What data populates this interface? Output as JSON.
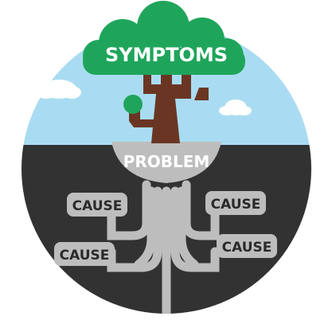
{
  "tree": {
    "canopy_label": "SYMPTOMS",
    "trunk_label": "PROBLEM"
  },
  "roots": [
    {
      "id": "upper-left",
      "label": "CAUSE"
    },
    {
      "id": "upper-right",
      "label": "CAUSE"
    },
    {
      "id": "lower-left",
      "label": "CAUSE"
    },
    {
      "id": "lower-right",
      "label": "CAUSE"
    }
  ],
  "colors": {
    "sky": "#a9dcf2",
    "soil": "#323232",
    "canopy": "#1fa55b",
    "canopy_dark": "#158a48",
    "trunk": "#6a3623",
    "roots": "#bdbdbd",
    "label_box": "#bdbdbd",
    "cloud": "#ffffff"
  }
}
